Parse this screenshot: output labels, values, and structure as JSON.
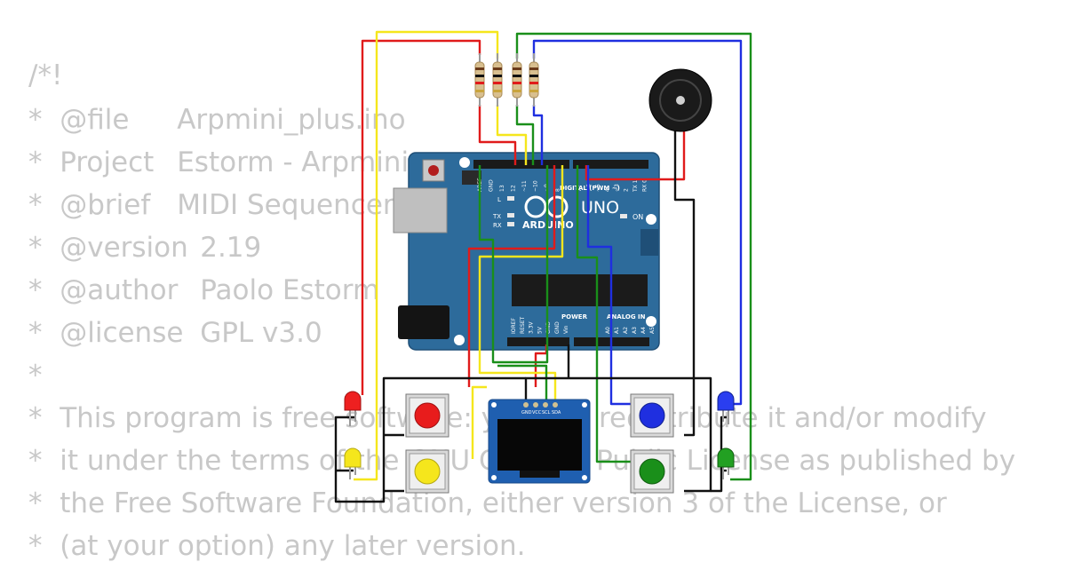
{
  "comment": {
    "open": "/*!",
    "star": "*",
    "fields": [
      {
        "key": "@file",
        "value": "Arpmini_plus.ino"
      },
      {
        "key": "Project",
        "value": "Estorm - Arpmini"
      },
      {
        "key": "@brief",
        "value": "MIDI Sequencer"
      },
      {
        "key": "@version",
        "value": "2.19"
      },
      {
        "key": "@author",
        "value": "Paolo Estorm"
      },
      {
        "key": "@license",
        "value": "GPL v3.0"
      }
    ],
    "license_lines": [
      "This program is free software: you can redistribute it and/or modify",
      "it under the terms of the GNU General Public License as published by",
      "the Free Software Foundation, either version 3 of the License, or",
      "(at your option) any later version."
    ]
  },
  "board": {
    "brand": "ARDUINO",
    "model": "UNO",
    "on_label": "ON",
    "digital_header": "DIGITAL (PWM ~)",
    "power_header": "POWER",
    "analog_header": "ANALOG IN",
    "top_pins": [
      "AREF",
      "GND",
      "13",
      "12",
      "~11",
      "~10",
      "~9",
      "8",
      "7",
      "~6",
      "~5",
      "4",
      "~3",
      "2",
      "TX 1",
      "RX 0"
    ],
    "bottom_pins": [
      "IOREF",
      "RESET",
      "3.3V",
      "5V",
      "GND",
      "GND",
      "Vin",
      "A0",
      "A1",
      "A2",
      "A3",
      "A4",
      "A5"
    ],
    "led_labels": [
      "L",
      "TX",
      "RX"
    ]
  },
  "oled": {
    "pins": [
      "GND",
      "VCC",
      "SCL",
      "SDA"
    ]
  },
  "colors": {
    "board": "#2d6b9b",
    "wire_red": "#e01b1b",
    "wire_yellow": "#f5e61c",
    "wire_green": "#1a8f1a",
    "wire_blue": "#1f2fe0",
    "wire_black": "#111111"
  }
}
